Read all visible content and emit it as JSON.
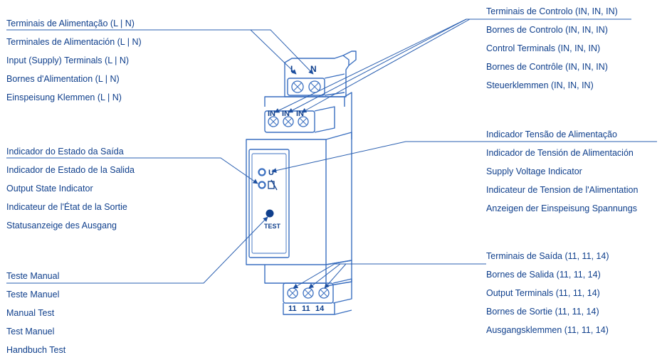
{
  "groups": {
    "supply_terminals": [
      "Terminais de Alimentação (L | N)",
      "Terminales de Alimentación (L | N)",
      "Input (Supply) Terminals (L | N)",
      "Bornes d'Alimentation (L | N)",
      "Einspeisung Klemmen (L | N)"
    ],
    "output_state": [
      "Indicador do Estado da Saída",
      "Indicador de Estado de la Salida",
      "Output State Indicator",
      "Indicateur de l'État de la Sortie",
      "Statusanzeige des Ausgang"
    ],
    "manual_test": [
      "Teste Manual",
      "Teste Manuel",
      "Manual Test",
      "Test Manuel",
      "Handbuch Test"
    ],
    "control_terminals": [
      "Terminais de Controlo (IN, IN, IN)",
      "Bornes de Controlo (IN, IN, IN)",
      "Control Terminals (IN, IN, IN)",
      "Bornes de Contrôle (IN, IN, IN)",
      "Steuerklemmen (IN, IN, IN)"
    ],
    "supply_voltage": [
      "Indicador Tensão de Alimentação",
      "Indicador de Tensión de Alimentación",
      "Supply Voltage Indicator",
      "Indicateur de Tension de l'Alimentation",
      "Anzeigen der Einspeisung Spannungs"
    ],
    "output_terminals": [
      "Terminais de Saída (11, 11, 14)",
      "Bornes de Salida (11, 11, 14)",
      "Output Terminals (11, 11, 14)",
      "Bornes de Sortie (11, 11, 14)",
      "Ausgangsklemmen (11, 11, 14)"
    ]
  },
  "device": {
    "top_terminals": [
      "L",
      "N"
    ],
    "control_terminals": [
      "IN",
      "IN",
      "IN"
    ],
    "indicator_u": "U",
    "test_label": "TEST",
    "output_terminals": [
      "11",
      "11",
      "14"
    ]
  },
  "colors": {
    "text": "#0f3f8c",
    "line": "#2a5fb0",
    "device": "#3a6fc0"
  }
}
